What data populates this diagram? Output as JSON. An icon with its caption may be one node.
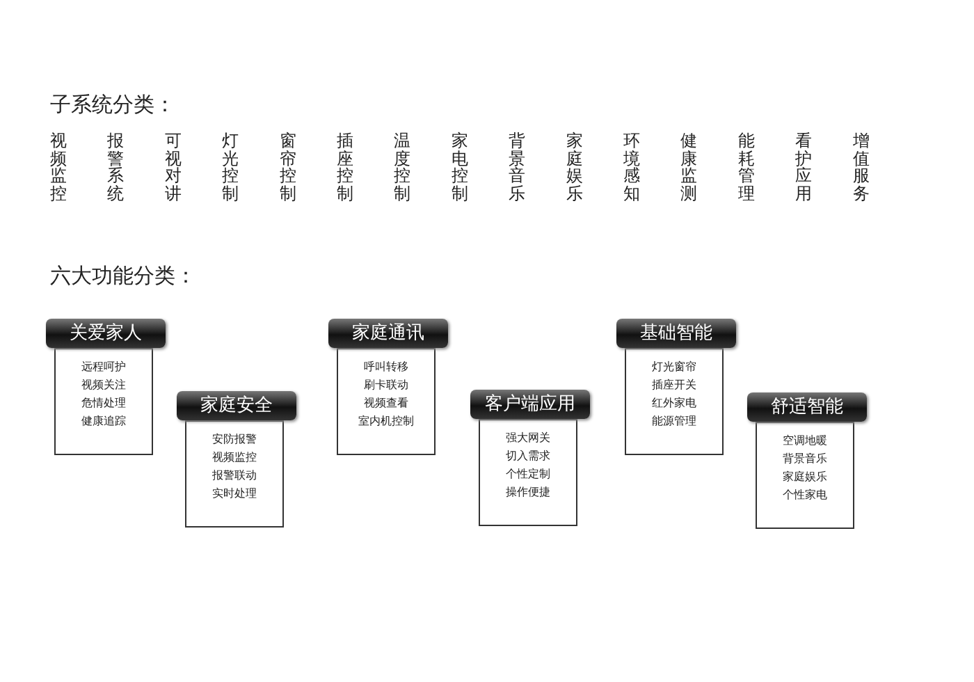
{
  "diagram": {
    "nodes": [
      {
        "text": [
          "关爱家人"
        ]
      },
      {
        "text": [
          "远程呵护",
          "视频关注",
          "危情处理",
          "健康追踪"
        ]
      },
      {
        "text": [
          "家庭安全"
        ]
      },
      {
        "text": [
          "安防报警",
          "视频监控",
          "报警联动",
          "实时处理"
        ]
      },
      {
        "text": [
          "家庭通讯"
        ]
      },
      {
        "text": [
          "呼叫转移",
          "刷卡联动",
          "视频查看",
          "室内机控制"
        ]
      },
      {
        "text": [
          "客户端应用"
        ]
      },
      {
        "text": [
          "强大网关",
          "切入需求",
          "个性定制",
          "操作便捷"
        ]
      },
      {
        "text": [
          "基础智能"
        ]
      },
      {
        "text": [
          "灯光窗帘",
          "插座开关",
          "红外家电",
          "能源管理"
        ]
      },
      {
        "text": [
          "舒适智能"
        ]
      },
      {
        "text": [
          "空调地暖",
          "背景音乐",
          "家庭娱乐",
          "个性家电"
        ]
      }
    ],
    "edges": [],
    "labels": [
      "子系统分类：",
      "视频监控",
      "报警系统",
      "可视对讲",
      "灯光控制",
      "窗帘控制",
      "插座控制",
      "温度控制",
      "家电控制",
      "背景音乐",
      "家庭娱乐",
      "环境感知",
      "健康监测",
      "能耗管理",
      "看护应用",
      "增值服务",
      "六大功能分类："
    ]
  }
}
